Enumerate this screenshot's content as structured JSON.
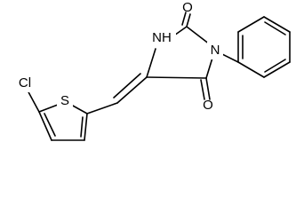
{
  "molecule": {
    "atoms": {
      "cl": "Cl",
      "s": "S",
      "nh": "NH",
      "n": "N",
      "o_top": "O",
      "o_bottom": "O"
    },
    "colors": {
      "bond": "#000000",
      "label": "#000000",
      "background": "#ffffff"
    }
  }
}
